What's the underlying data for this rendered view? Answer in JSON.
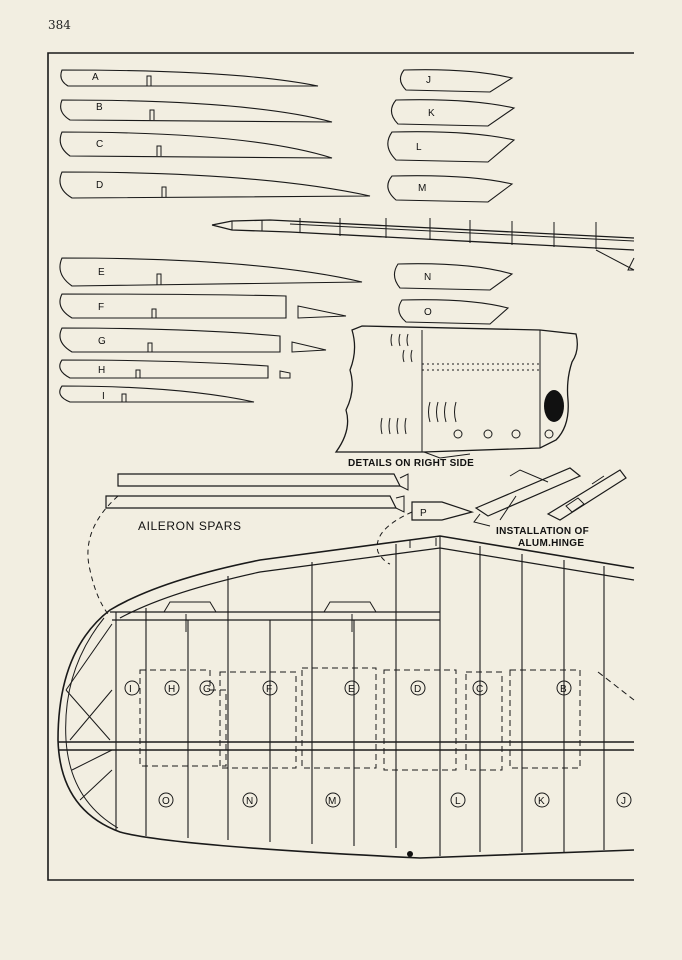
{
  "page_number": "384",
  "ribs_left": [
    "A",
    "B",
    "C",
    "D",
    "E",
    "F",
    "G",
    "H",
    "I"
  ],
  "ribs_right": [
    "J",
    "K",
    "L",
    "M",
    "N",
    "O"
  ],
  "part_p": "P",
  "captions": {
    "details": "DETAILS ON RIGHT SIDE",
    "aileron_spars": "AILERON SPARS",
    "installation_line1": "INSTALLATION OF",
    "installation_line2": "ALUM.HINGE"
  },
  "plan_labels_top": [
    "I",
    "H",
    "G",
    "F",
    "E",
    "D",
    "C",
    "B"
  ],
  "plan_labels_bottom": [
    "O",
    "N",
    "M",
    "L",
    "K",
    "J"
  ]
}
